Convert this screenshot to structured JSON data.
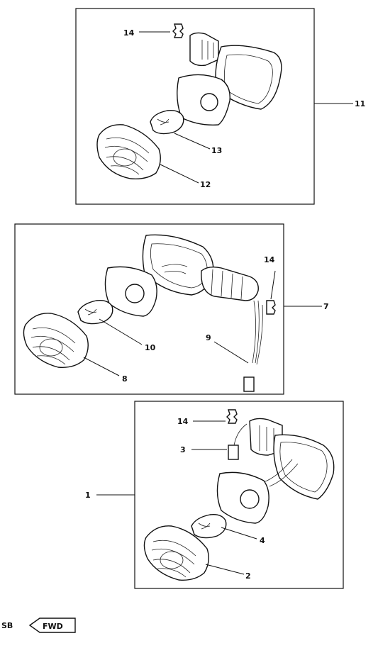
{
  "callouts": {
    "p1": "1",
    "p2": "2",
    "p3": "3",
    "p4": "4",
    "p7": "7",
    "p8": "8",
    "p9": "9",
    "p10": "10",
    "p11": "11",
    "p12": "12",
    "p13": "13",
    "p14a": "14",
    "p14b": "14",
    "p14c": "14"
  },
  "footer": {
    "code": "SB",
    "arrow_label": "FWD"
  }
}
